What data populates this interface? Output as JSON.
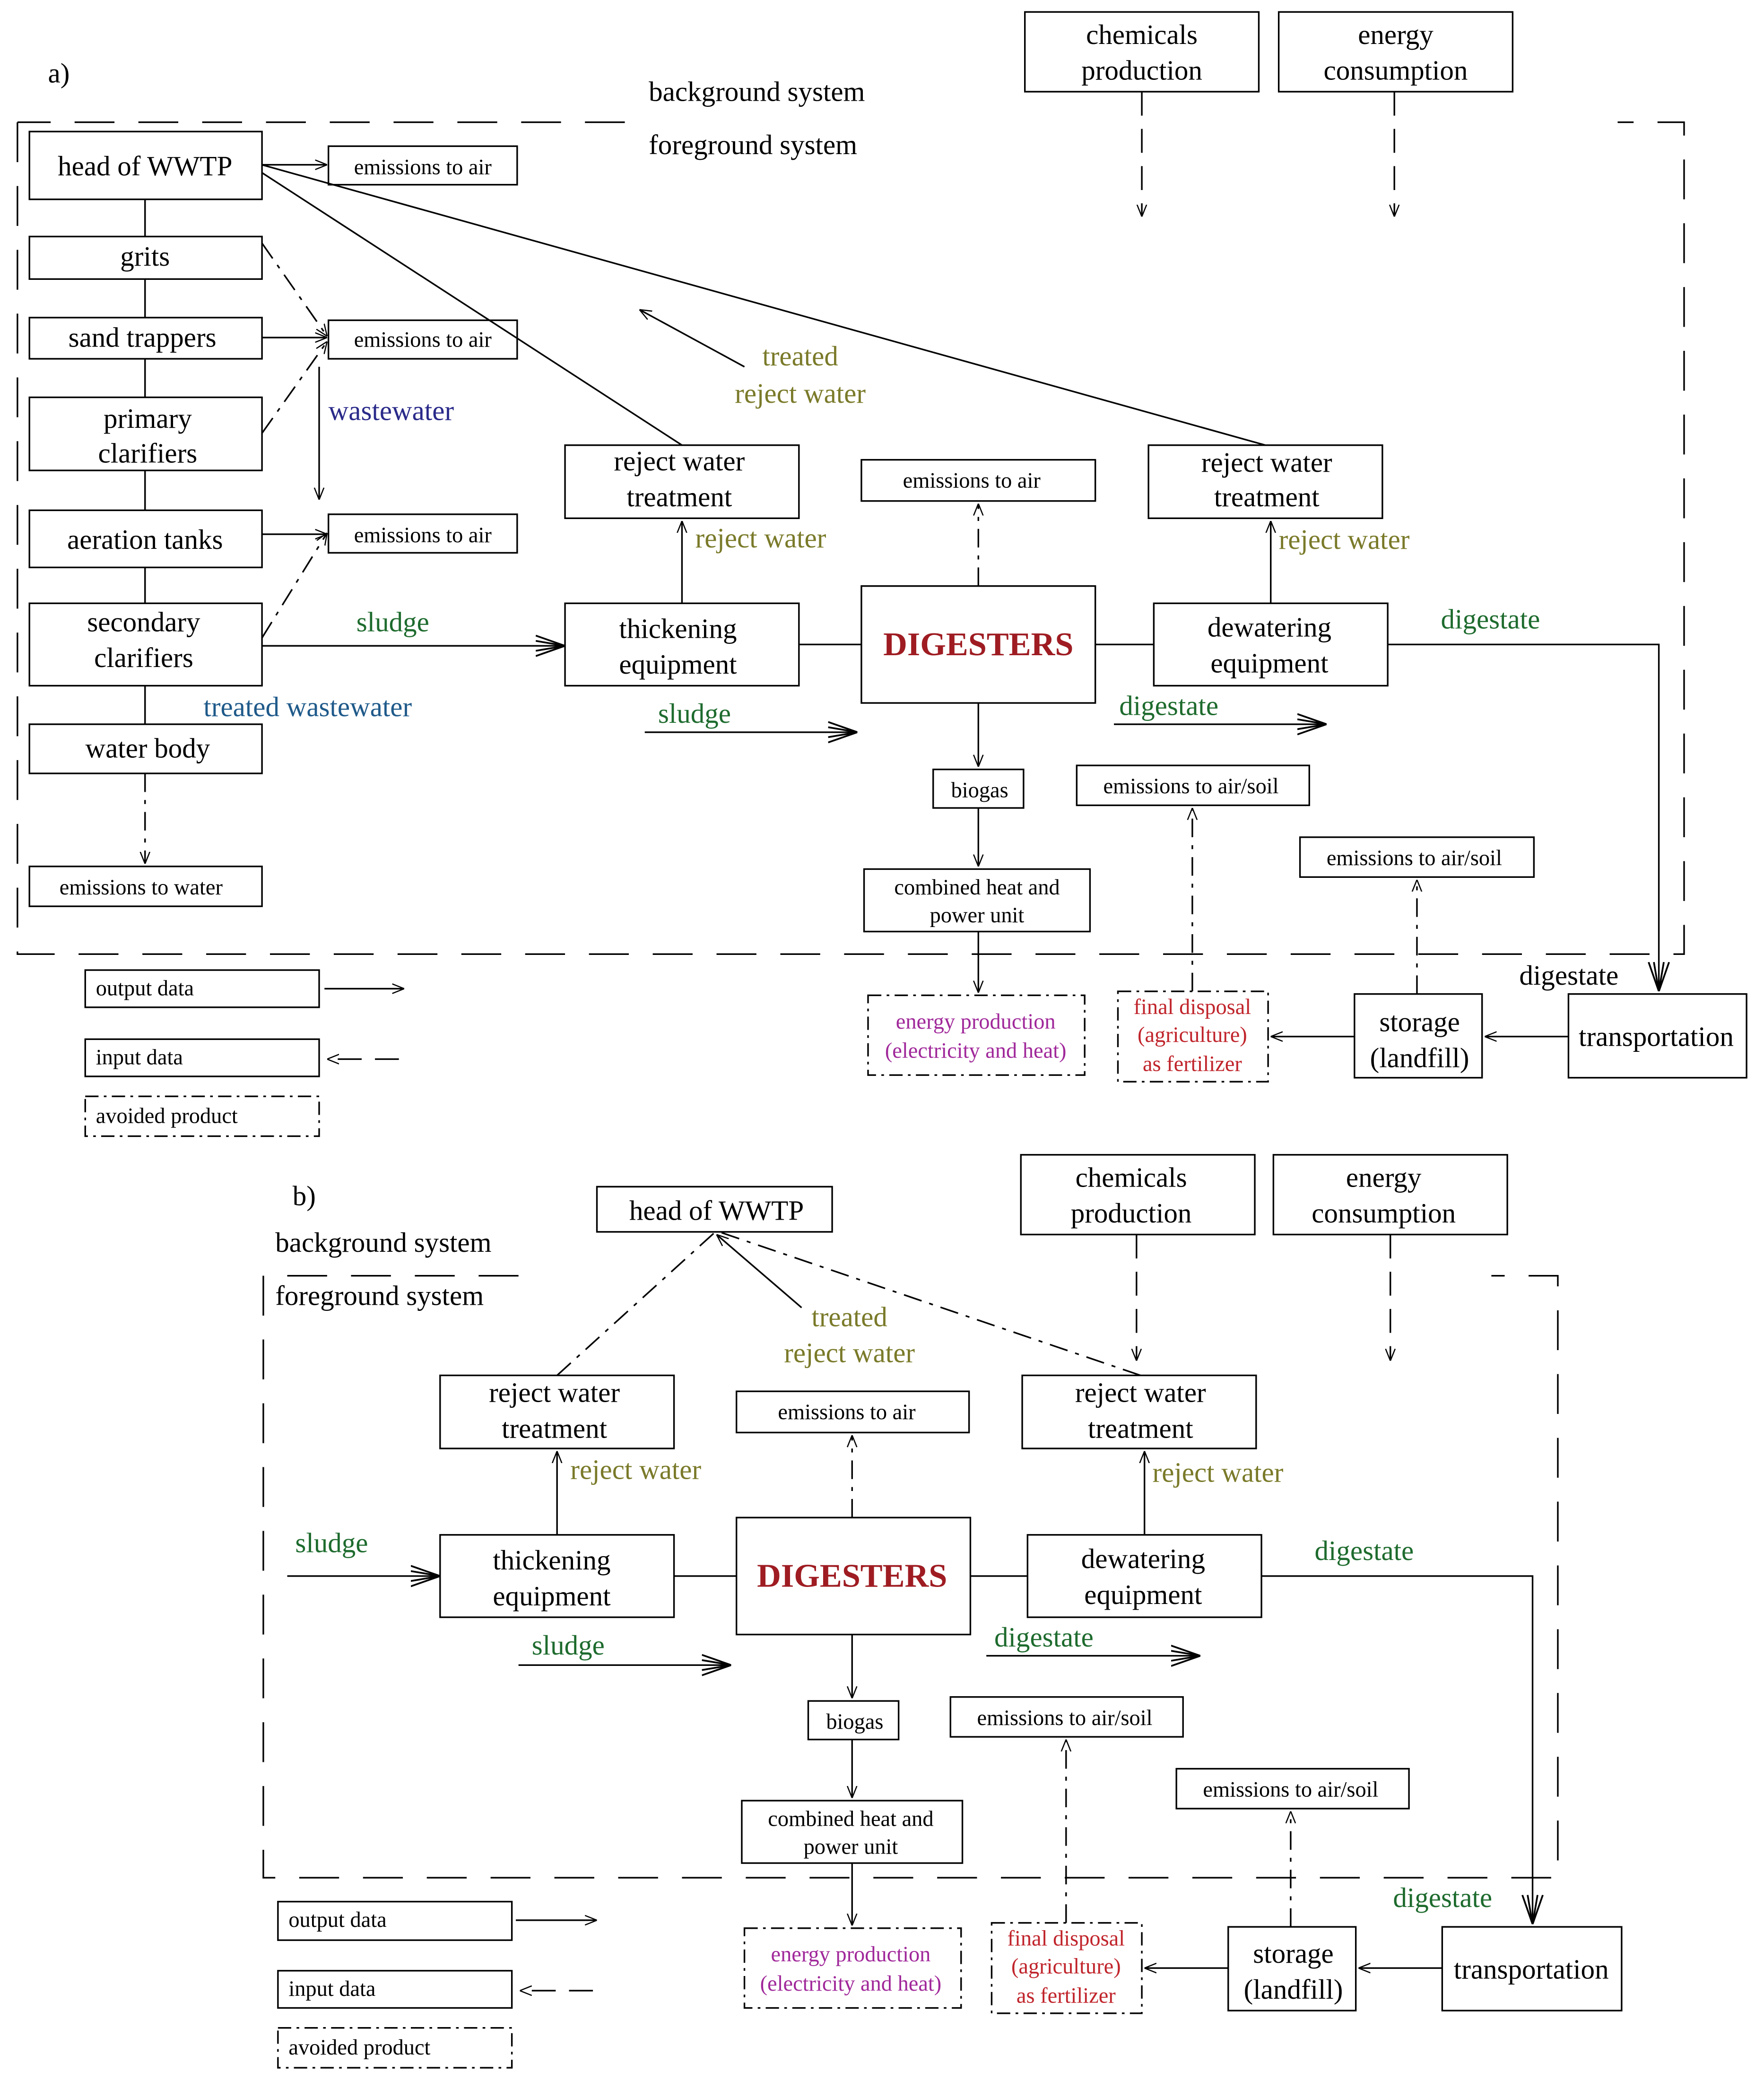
{
  "panel_a": {
    "label": "a)",
    "background_system": "background system",
    "foreground_system": "foreground system",
    "chemicals_production": [
      "chemicals",
      "production"
    ],
    "energy_consumption": [
      "energy",
      "consumption"
    ],
    "head_wwtp": "head of WWTP",
    "grits": "grits",
    "sand_trappers": "sand trappers",
    "primary_clarifiers": [
      "primary",
      "clarifiers"
    ],
    "aeration_tanks": "aeration tanks",
    "secondary_clarifiers": [
      "secondary",
      "clarifiers"
    ],
    "water_body": "water body",
    "emissions_to_air": "emissions to air",
    "emissions_to_water": "emissions to water",
    "emissions_to_air_soil": "emissions to air/soil",
    "wastewater": "wastewater",
    "treated_wastewater": "treated wastewater",
    "sludge": "sludge",
    "treated_reject_water": [
      "treated",
      "reject water"
    ],
    "reject_water": "reject water",
    "reject_water_treatment": [
      "reject water",
      "treatment"
    ],
    "thickening_equipment": [
      "thickening",
      "equipment"
    ],
    "digesters": "DIGESTERS",
    "dewatering_equipment": [
      "dewatering",
      "equipment"
    ],
    "digestate": "digestate",
    "biogas": "biogas",
    "chp": [
      "combined heat and",
      "power unit"
    ],
    "energy_production": [
      "energy production",
      "(electricity and heat)"
    ],
    "final_disposal": [
      "final disposal",
      "(agriculture)",
      "as fertilizer"
    ],
    "storage": [
      "storage",
      "(landfill)"
    ],
    "transportation": "transportation"
  },
  "panel_b": {
    "label": "b)",
    "background_system": "background system",
    "foreground_system": "foreground system",
    "chemicals_production": [
      "chemicals",
      "production"
    ],
    "energy_consumption": [
      "energy",
      "consumption"
    ],
    "head_wwtp": "head of WWTP",
    "treated_reject_water": [
      "treated",
      "reject water"
    ],
    "reject_water_treatment": [
      "reject water",
      "treatment"
    ],
    "emissions_to_air": "emissions to air",
    "reject_water": "reject water",
    "sludge": "sludge",
    "thickening_equipment": [
      "thickening",
      "equipment"
    ],
    "digesters": "DIGESTERS",
    "dewatering_equipment": [
      "dewatering",
      "equipment"
    ],
    "digestate": "digestate",
    "biogas": "biogas",
    "emissions_to_air_soil": "emissions to air/soil",
    "chp": [
      "combined heat and",
      "power unit"
    ],
    "energy_production": [
      "energy production",
      "(electricity and heat)"
    ],
    "final_disposal": [
      "final disposal",
      "(agriculture)",
      "as fertilizer"
    ],
    "storage": [
      "storage",
      "(landfill)"
    ],
    "transportation": "transportation"
  },
  "legend": {
    "output_data": "output data",
    "input_data": "input data",
    "avoided_product": "avoided product"
  },
  "colors": {
    "green": "#1e6b2e",
    "olive": "#7a7a2a",
    "navy": "#2a2a8a",
    "blue": "#1f5a8a",
    "red": "#c0242b",
    "dark_red": "#9e1c22",
    "purple": "#a0289a",
    "black": "#000000"
  }
}
